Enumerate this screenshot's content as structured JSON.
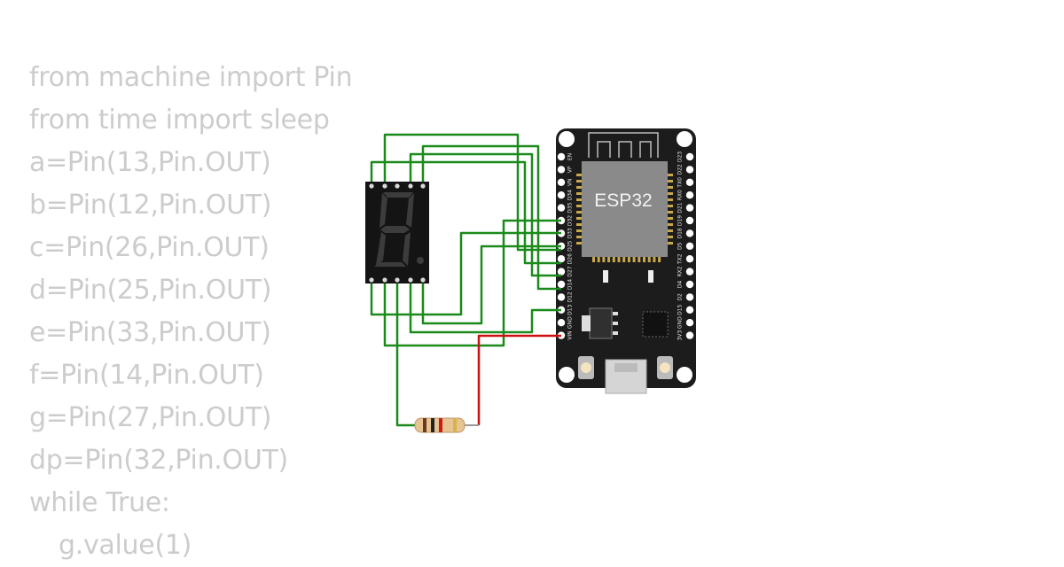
{
  "code_lines": [
    {
      "text": "from machine import Pin",
      "indent": false
    },
    {
      "text": "from time import sleep",
      "indent": false
    },
    {
      "text": "a=Pin(13,Pin.OUT)",
      "indent": false
    },
    {
      "text": "b=Pin(12,Pin.OUT)",
      "indent": false
    },
    {
      "text": "c=Pin(26,Pin.OUT)",
      "indent": false
    },
    {
      "text": "d=Pin(25,Pin.OUT)",
      "indent": false
    },
    {
      "text": "e=Pin(33,Pin.OUT)",
      "indent": false
    },
    {
      "text": "f=Pin(14,Pin.OUT)",
      "indent": false
    },
    {
      "text": "g=Pin(27,Pin.OUT)",
      "indent": false
    },
    {
      "text": "dp=Pin(32,Pin.OUT)",
      "indent": false
    },
    {
      "text": "while True:",
      "indent": false
    },
    {
      "text": "g.value(1)",
      "indent": true
    }
  ],
  "board": {
    "label": "ESP32",
    "pins_left": [
      "EN",
      "VP",
      "VN",
      "D34",
      "D35",
      "D32",
      "D33",
      "D25",
      "D26",
      "D27",
      "D14",
      "D12",
      "D13",
      "GND",
      "VIN"
    ],
    "pins_right": [
      "D23",
      "D22",
      "TX0",
      "RX0",
      "D21",
      "D19",
      "D18",
      "D5",
      "TX2",
      "RX2",
      "D4",
      "D2",
      "D15",
      "GND",
      "3V3"
    ]
  },
  "colors": {
    "code_text": "#cccccc",
    "wire_signal": "#1a8a1a",
    "wire_power": "#d01010",
    "board": "#1c1c1c",
    "module": "#8a8a8a",
    "display_body": "#141414",
    "segment_off": "#3c3c3c"
  }
}
